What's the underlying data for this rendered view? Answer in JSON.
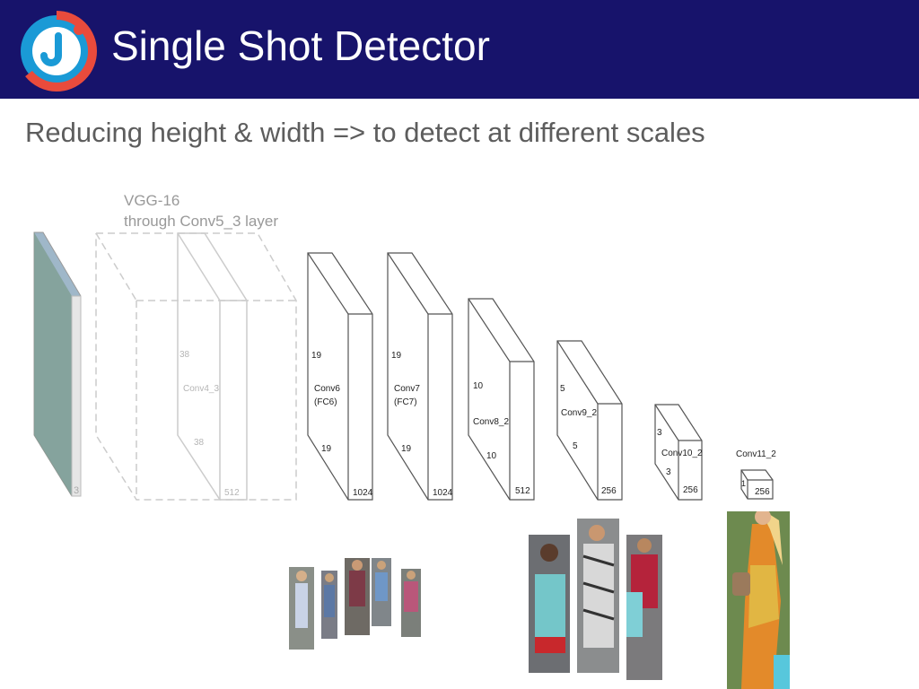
{
  "header": {
    "title": "Single Shot Detector",
    "logo_icon": "ring-logo-icon",
    "background_color": "#17136b"
  },
  "subtitle": "Reducing height & width => to detect at different scales",
  "diagram": {
    "vgg_label_line1": "VGG-16",
    "vgg_label_line2": "through Conv5_3 layer",
    "input_depth": "3",
    "vgg_block": {
      "height": "38",
      "name": "Conv4_3",
      "width": "38",
      "depth": "512"
    },
    "layers": [
      {
        "name": "Conv6",
        "name2": "(FC6)",
        "height": "19",
        "width": "19",
        "depth": "1024"
      },
      {
        "name": "Conv7",
        "name2": "(FC7)",
        "height": "19",
        "width": "19",
        "depth": "1024"
      },
      {
        "name": "Conv8_2",
        "height": "10",
        "width": "10",
        "depth": "512"
      },
      {
        "name": "Conv9_2",
        "height": "5",
        "width": "5",
        "depth": "256"
      },
      {
        "name": "Conv10_2",
        "height": "3",
        "width": "3",
        "depth": "256"
      },
      {
        "name": "Conv11_2",
        "height": "1",
        "depth": "256"
      }
    ]
  },
  "photos": {
    "description_icon": "pedestrian-photo-icon"
  }
}
